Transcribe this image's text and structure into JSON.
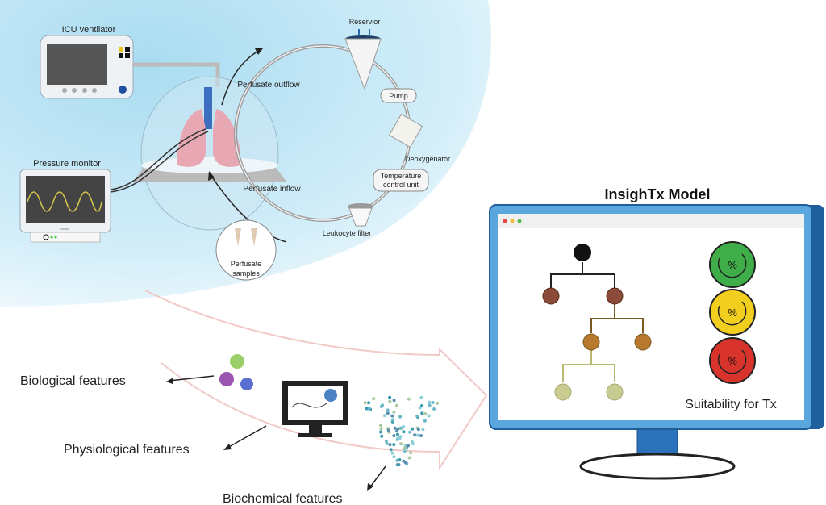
{
  "perfusion": {
    "ventilator_label": "ICU ventilator",
    "pressure_monitor_label": "Pressure monitor",
    "outflow_label": "Perfusate outflow",
    "inflow_label": "Perfusate inflow",
    "reservoir_label": "Reservior",
    "pump_label": "Pump",
    "deoxygenator_label": "Deoxygenator",
    "temperature_label_line1": "Temperature",
    "temperature_label_line2": "control unit",
    "filter_label": "Leukocyte filter",
    "samples_label_line1": "Perfusate",
    "samples_label_line2": "samples",
    "monitor_brand": "PHILIPS"
  },
  "features": {
    "biological": "Biological features",
    "physiological": "Physiological features",
    "biochemical": "Biochemical features"
  },
  "model": {
    "title": "InsighTx Model",
    "suitability_label": "Suitability for Tx",
    "gauge_symbol": "%",
    "colors": {
      "green": "#3fae49",
      "yellow": "#f2cf1f",
      "red": "#d8342c",
      "frame": "#1f5f9e",
      "background": "#bfe3f3"
    }
  }
}
